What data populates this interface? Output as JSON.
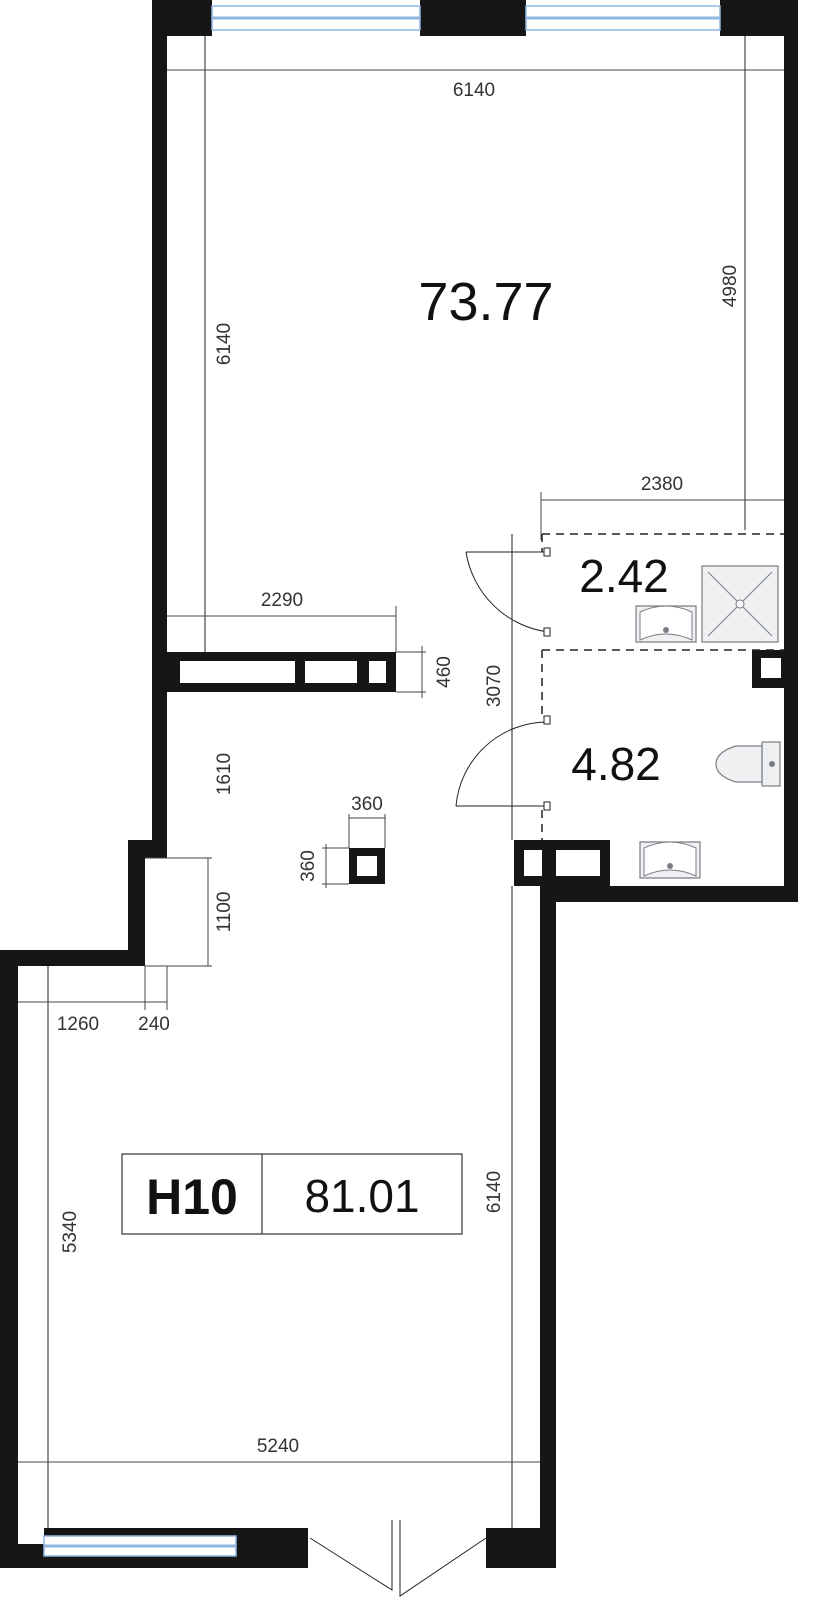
{
  "unit": {
    "id": "H10",
    "total_area": "81.01"
  },
  "rooms": [
    {
      "key": "main",
      "area": "73.77"
    },
    {
      "key": "shower",
      "area": "2.42"
    },
    {
      "key": "wc",
      "area": "4.82"
    }
  ],
  "dimensions": {
    "top_width": "6140",
    "left_upper_height": "6140",
    "right_upper_height": "4980",
    "bath_width": "2380",
    "partition_width": "2290",
    "partition_depth": "460",
    "bath_height": "3070",
    "left_mid_height": "1610",
    "column_width": "360",
    "column_height": "360",
    "step_height": "1100",
    "step_offset": "1260",
    "step_depth": "240",
    "lower_right_height": "6140",
    "lower_left_height": "5340",
    "bottom_width": "5240"
  },
  "colors": {
    "wall": "#161616",
    "window_glass": "#8fb7e0",
    "fixture": "#eef0f2"
  }
}
